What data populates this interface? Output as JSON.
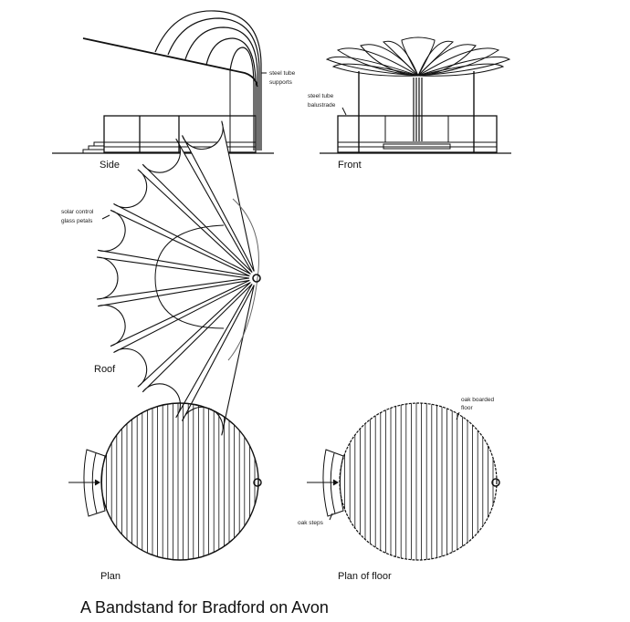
{
  "title": "A Bandstand for Bradford on Avon",
  "views": {
    "side": {
      "label": "Side",
      "notes": [
        "steel tube",
        "supports"
      ]
    },
    "front": {
      "label": "Front",
      "notes": [
        "steel tube",
        "balustrade"
      ]
    },
    "roof": {
      "label": "Roof",
      "notes": [
        "solar control",
        "glass petals"
      ],
      "petal_count": 9
    },
    "plan": {
      "label": "Plan"
    },
    "plan_of_floor": {
      "label": "Plan of floor",
      "notes": {
        "floor": [
          "oak boarded",
          "floor"
        ],
        "steps": "oak steps"
      }
    }
  },
  "colors": {
    "line": "#111111",
    "background": "#ffffff"
  }
}
